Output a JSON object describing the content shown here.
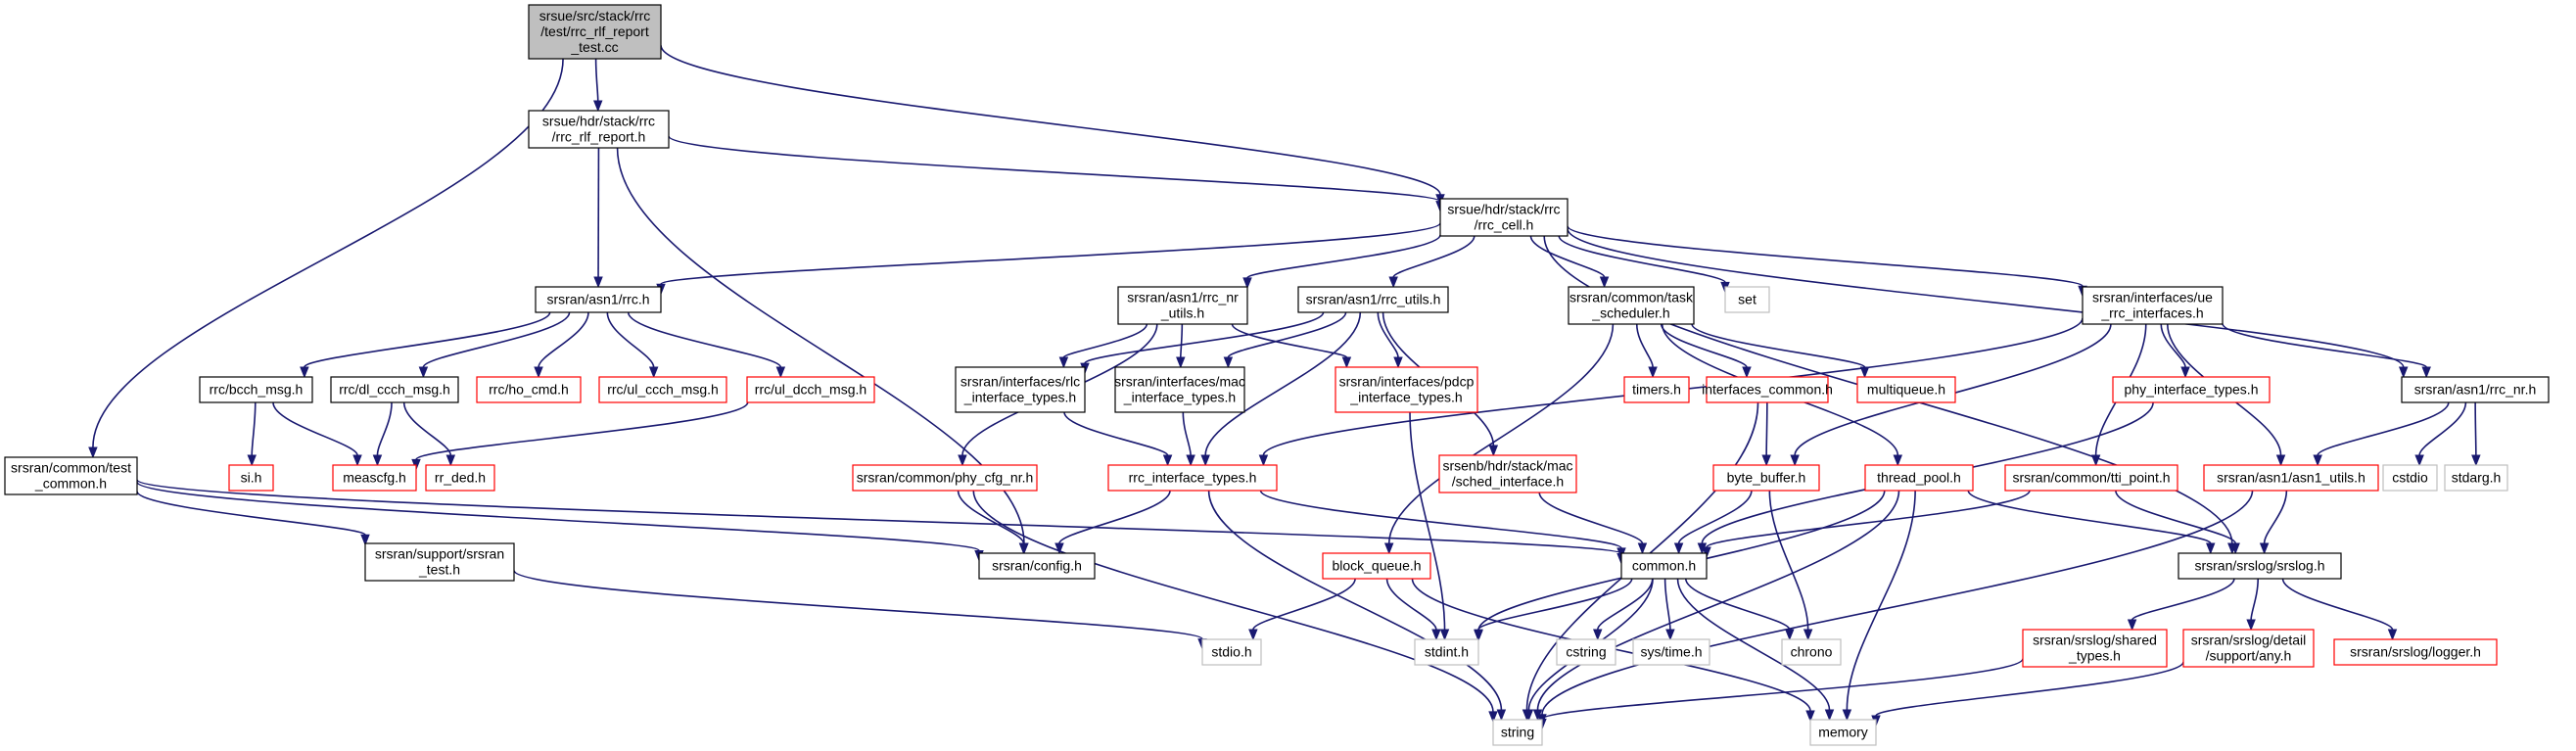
{
  "colors": {
    "edge": "#191970",
    "border_normal": "#000000",
    "border_missing": "#ff0000",
    "border_system": "#bfbfbf",
    "fill_root": "#bfbfbf",
    "fill_normal": "#ffffff",
    "text": "#000000"
  },
  "nodes": [
    {
      "id": "root",
      "style": "root",
      "lines": [
        "srsue/src/stack/rrc",
        "/test/rrc_rlf_report",
        "_test.cc"
      ]
    },
    {
      "id": "rrc_rlf_report_h",
      "style": "normal",
      "lines": [
        "srsue/hdr/stack/rrc",
        "/rrc_rlf_report.h"
      ]
    },
    {
      "id": "rrc_cell_h",
      "style": "normal",
      "lines": [
        "srsue/hdr/stack/rrc",
        "/rrc_cell.h"
      ]
    },
    {
      "id": "test_common_h",
      "style": "normal",
      "lines": [
        "srsran/common/test",
        "_common.h"
      ]
    },
    {
      "id": "asn1_rrc_h",
      "style": "normal",
      "lines": [
        "srsran/asn1/rrc.h"
      ]
    },
    {
      "id": "rrc_nr_utils_h",
      "style": "normal",
      "lines": [
        "srsran/asn1/rrc_nr",
        "_utils.h"
      ]
    },
    {
      "id": "rrc_utils_h",
      "style": "normal",
      "lines": [
        "srsran/asn1/rrc_utils.h"
      ]
    },
    {
      "id": "task_scheduler_h",
      "style": "normal",
      "lines": [
        "srsran/common/task",
        "_scheduler.h"
      ]
    },
    {
      "id": "set",
      "style": "system",
      "lines": [
        "set"
      ]
    },
    {
      "id": "ue_rrc_interfaces_h",
      "style": "normal",
      "lines": [
        "srsran/interfaces/ue",
        "_rrc_interfaces.h"
      ]
    },
    {
      "id": "rrc_nr_h",
      "style": "normal",
      "lines": [
        "srsran/asn1/rrc_nr.h"
      ]
    },
    {
      "id": "bcch_msg_h",
      "style": "normal",
      "lines": [
        "rrc/bcch_msg.h"
      ]
    },
    {
      "id": "dl_ccch_msg_h",
      "style": "normal",
      "lines": [
        "rrc/dl_ccch_msg.h"
      ]
    },
    {
      "id": "ho_cmd_h",
      "style": "missing",
      "lines": [
        "rrc/ho_cmd.h"
      ]
    },
    {
      "id": "ul_ccch_msg_h",
      "style": "missing",
      "lines": [
        "rrc/ul_ccch_msg.h"
      ]
    },
    {
      "id": "ul_dcch_msg_h",
      "style": "missing",
      "lines": [
        "rrc/ul_dcch_msg.h"
      ]
    },
    {
      "id": "si_h",
      "style": "missing",
      "lines": [
        "si.h"
      ]
    },
    {
      "id": "meascfg_h",
      "style": "missing",
      "lines": [
        "meascfg.h"
      ]
    },
    {
      "id": "rr_ded_h",
      "style": "missing",
      "lines": [
        "rr_ded.h"
      ]
    },
    {
      "id": "rlc_interface_types_h",
      "style": "normal",
      "lines": [
        "srsran/interfaces/rlc",
        "_interface_types.h"
      ]
    },
    {
      "id": "mac_interface_types_h",
      "style": "normal",
      "lines": [
        "srsran/interfaces/mac",
        "_interface_types.h"
      ]
    },
    {
      "id": "pdcp_interface_types_h",
      "style": "missing",
      "lines": [
        "srsran/interfaces/pdcp",
        "_interface_types.h"
      ]
    },
    {
      "id": "phy_cfg_nr_h",
      "style": "missing",
      "lines": [
        "srsran/common/phy_cfg_nr.h"
      ]
    },
    {
      "id": "rrc_interface_types_h",
      "style": "missing",
      "lines": [
        "rrc_interface_types.h"
      ]
    },
    {
      "id": "sched_interface_h",
      "style": "missing",
      "lines": [
        "srsenb/hdr/stack/mac",
        "/sched_interface.h"
      ]
    },
    {
      "id": "timers_h",
      "style": "missing",
      "lines": [
        "timers.h"
      ]
    },
    {
      "id": "interfaces_common_h",
      "style": "missing",
      "lines": [
        "interfaces_common.h"
      ]
    },
    {
      "id": "multiqueue_h",
      "style": "missing",
      "lines": [
        "multiqueue.h"
      ]
    },
    {
      "id": "phy_interface_types_h",
      "style": "missing",
      "lines": [
        "phy_interface_types.h"
      ]
    },
    {
      "id": "byte_buffer_h",
      "style": "missing",
      "lines": [
        "byte_buffer.h"
      ]
    },
    {
      "id": "thread_pool_h",
      "style": "missing",
      "lines": [
        "thread_pool.h"
      ]
    },
    {
      "id": "tti_point_h",
      "style": "missing",
      "lines": [
        "srsran/common/tti_point.h"
      ]
    },
    {
      "id": "asn1_utils_h",
      "style": "missing",
      "lines": [
        "srsran/asn1/asn1_utils.h"
      ]
    },
    {
      "id": "cstdio",
      "style": "system",
      "lines": [
        "cstdio"
      ]
    },
    {
      "id": "stdarg_h",
      "style": "system",
      "lines": [
        "stdarg.h"
      ]
    },
    {
      "id": "srsran_test_h",
      "style": "normal",
      "lines": [
        "srsran/support/srsran",
        "_test.h"
      ]
    },
    {
      "id": "config_h",
      "style": "normal",
      "lines": [
        "srsran/config.h"
      ]
    },
    {
      "id": "block_queue_h",
      "style": "missing",
      "lines": [
        "block_queue.h"
      ]
    },
    {
      "id": "common_h",
      "style": "normal",
      "lines": [
        "common.h"
      ]
    },
    {
      "id": "srslog_h",
      "style": "normal",
      "lines": [
        "srsran/srslog/srslog.h"
      ]
    },
    {
      "id": "stdio_h",
      "style": "system",
      "lines": [
        "stdio.h"
      ]
    },
    {
      "id": "stdint_h",
      "style": "system",
      "lines": [
        "stdint.h"
      ]
    },
    {
      "id": "cstring",
      "style": "system",
      "lines": [
        "cstring"
      ]
    },
    {
      "id": "sys_time_h",
      "style": "system",
      "lines": [
        "sys/time.h"
      ]
    },
    {
      "id": "chrono",
      "style": "system",
      "lines": [
        "chrono"
      ]
    },
    {
      "id": "shared_types_h",
      "style": "missing",
      "lines": [
        "srsran/srslog/shared",
        "_types.h"
      ]
    },
    {
      "id": "detail_any_h",
      "style": "missing",
      "lines": [
        "srsran/srslog/detail",
        "/support/any.h"
      ]
    },
    {
      "id": "logger_h",
      "style": "missing",
      "lines": [
        "srsran/srslog/logger.h"
      ]
    },
    {
      "id": "string",
      "style": "system",
      "lines": [
        "string"
      ]
    },
    {
      "id": "memory",
      "style": "system",
      "lines": [
        "memory"
      ]
    }
  ],
  "edges": [
    [
      "root",
      "rrc_rlf_report_h"
    ],
    [
      "root",
      "rrc_cell_h"
    ],
    [
      "root",
      "test_common_h"
    ],
    [
      "rrc_rlf_report_h",
      "rrc_cell_h"
    ],
    [
      "rrc_rlf_report_h",
      "asn1_rrc_h"
    ],
    [
      "rrc_rlf_report_h",
      "config_h"
    ],
    [
      "rrc_cell_h",
      "asn1_rrc_h"
    ],
    [
      "rrc_cell_h",
      "rrc_nr_utils_h"
    ],
    [
      "rrc_cell_h",
      "rrc_utils_h"
    ],
    [
      "rrc_cell_h",
      "task_scheduler_h"
    ],
    [
      "rrc_cell_h",
      "set"
    ],
    [
      "rrc_cell_h",
      "ue_rrc_interfaces_h"
    ],
    [
      "rrc_cell_h",
      "rrc_nr_h"
    ],
    [
      "rrc_cell_h",
      "srslog_h"
    ],
    [
      "asn1_rrc_h",
      "bcch_msg_h"
    ],
    [
      "asn1_rrc_h",
      "dl_ccch_msg_h"
    ],
    [
      "asn1_rrc_h",
      "ho_cmd_h"
    ],
    [
      "asn1_rrc_h",
      "ul_ccch_msg_h"
    ],
    [
      "asn1_rrc_h",
      "ul_dcch_msg_h"
    ],
    [
      "bcch_msg_h",
      "si_h"
    ],
    [
      "bcch_msg_h",
      "meascfg_h"
    ],
    [
      "dl_ccch_msg_h",
      "meascfg_h"
    ],
    [
      "dl_ccch_msg_h",
      "rr_ded_h"
    ],
    [
      "ul_dcch_msg_h",
      "meascfg_h"
    ],
    [
      "rrc_nr_utils_h",
      "rlc_interface_types_h"
    ],
    [
      "rrc_nr_utils_h",
      "mac_interface_types_h"
    ],
    [
      "rrc_nr_utils_h",
      "pdcp_interface_types_h"
    ],
    [
      "rrc_nr_utils_h",
      "phy_cfg_nr_h"
    ],
    [
      "rrc_utils_h",
      "rlc_interface_types_h"
    ],
    [
      "rrc_utils_h",
      "mac_interface_types_h"
    ],
    [
      "rrc_utils_h",
      "pdcp_interface_types_h"
    ],
    [
      "rrc_utils_h",
      "rrc_interface_types_h"
    ],
    [
      "rrc_utils_h",
      "sched_interface_h"
    ],
    [
      "rlc_interface_types_h",
      "rrc_interface_types_h"
    ],
    [
      "mac_interface_types_h",
      "rrc_interface_types_h"
    ],
    [
      "pdcp_interface_types_h",
      "stdint_h"
    ],
    [
      "phy_cfg_nr_h",
      "config_h"
    ],
    [
      "phy_cfg_nr_h",
      "string"
    ],
    [
      "rrc_interface_types_h",
      "config_h"
    ],
    [
      "rrc_interface_types_h",
      "common_h"
    ],
    [
      "rrc_interface_types_h",
      "string"
    ],
    [
      "sched_interface_h",
      "common_h"
    ],
    [
      "task_scheduler_h",
      "timers_h"
    ],
    [
      "task_scheduler_h",
      "interfaces_common_h"
    ],
    [
      "task_scheduler_h",
      "multiqueue_h"
    ],
    [
      "task_scheduler_h",
      "block_queue_h"
    ],
    [
      "task_scheduler_h",
      "thread_pool_h"
    ],
    [
      "interfaces_common_h",
      "byte_buffer_h"
    ],
    [
      "interfaces_common_h",
      "string"
    ],
    [
      "ue_rrc_interfaces_h",
      "rrc_interface_types_h"
    ],
    [
      "ue_rrc_interfaces_h",
      "phy_interface_types_h"
    ],
    [
      "ue_rrc_interfaces_h",
      "byte_buffer_h"
    ],
    [
      "ue_rrc_interfaces_h",
      "rrc_nr_h"
    ],
    [
      "ue_rrc_interfaces_h",
      "asn1_utils_h"
    ],
    [
      "ue_rrc_interfaces_h",
      "tti_point_h"
    ],
    [
      "phy_interface_types_h",
      "common_h"
    ],
    [
      "rrc_nr_h",
      "asn1_utils_h"
    ],
    [
      "rrc_nr_h",
      "cstdio"
    ],
    [
      "rrc_nr_h",
      "stdarg_h"
    ],
    [
      "byte_buffer_h",
      "common_h"
    ],
    [
      "byte_buffer_h",
      "chrono"
    ],
    [
      "thread_pool_h",
      "srslog_h"
    ],
    [
      "thread_pool_h",
      "stdint_h"
    ],
    [
      "thread_pool_h",
      "string"
    ],
    [
      "thread_pool_h",
      "memory"
    ],
    [
      "tti_point_h",
      "srslog_h"
    ],
    [
      "tti_point_h",
      "common_h"
    ],
    [
      "asn1_utils_h",
      "srslog_h"
    ],
    [
      "asn1_utils_h",
      "string"
    ],
    [
      "test_common_h",
      "srsran_test_h"
    ],
    [
      "test_common_h",
      "config_h"
    ],
    [
      "test_common_h",
      "common_h"
    ],
    [
      "srsran_test_h",
      "stdio_h"
    ],
    [
      "block_queue_h",
      "stdio_h"
    ],
    [
      "block_queue_h",
      "stdint_h"
    ],
    [
      "block_queue_h",
      "memory"
    ],
    [
      "common_h",
      "stdint_h"
    ],
    [
      "common_h",
      "cstring"
    ],
    [
      "common_h",
      "sys_time_h"
    ],
    [
      "common_h",
      "chrono"
    ],
    [
      "common_h",
      "memory"
    ],
    [
      "common_h",
      "string"
    ],
    [
      "srslog_h",
      "shared_types_h"
    ],
    [
      "srslog_h",
      "detail_any_h"
    ],
    [
      "srslog_h",
      "logger_h"
    ],
    [
      "shared_types_h",
      "string"
    ],
    [
      "detail_any_h",
      "memory"
    ]
  ]
}
